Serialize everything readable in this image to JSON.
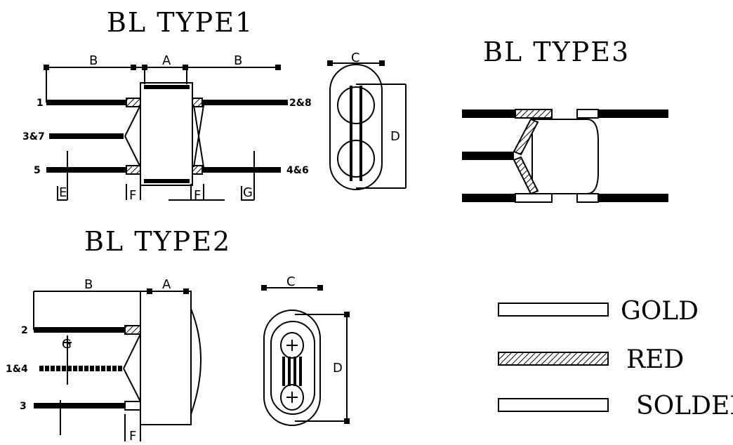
{
  "titles": {
    "type1": "BL TYPE1",
    "type2": "BL TYPE2",
    "type3": "BL TYPE3"
  },
  "dimensions": {
    "a": "A",
    "b": "B",
    "c": "C",
    "d": "D",
    "e": "E",
    "f": "F",
    "g": "G"
  },
  "pins_type1": {
    "p1": "1",
    "p5": "5",
    "p37": "3&7",
    "p28": "2&8",
    "p46": "4&6"
  },
  "pins_type2": {
    "p2": "2",
    "p3": "3",
    "p14": "1&4"
  },
  "legend": {
    "gold": "GOLD",
    "red": "RED",
    "solder": "SOLDER"
  },
  "colors": {
    "ink": "#000000",
    "paper": "#ffffff"
  }
}
